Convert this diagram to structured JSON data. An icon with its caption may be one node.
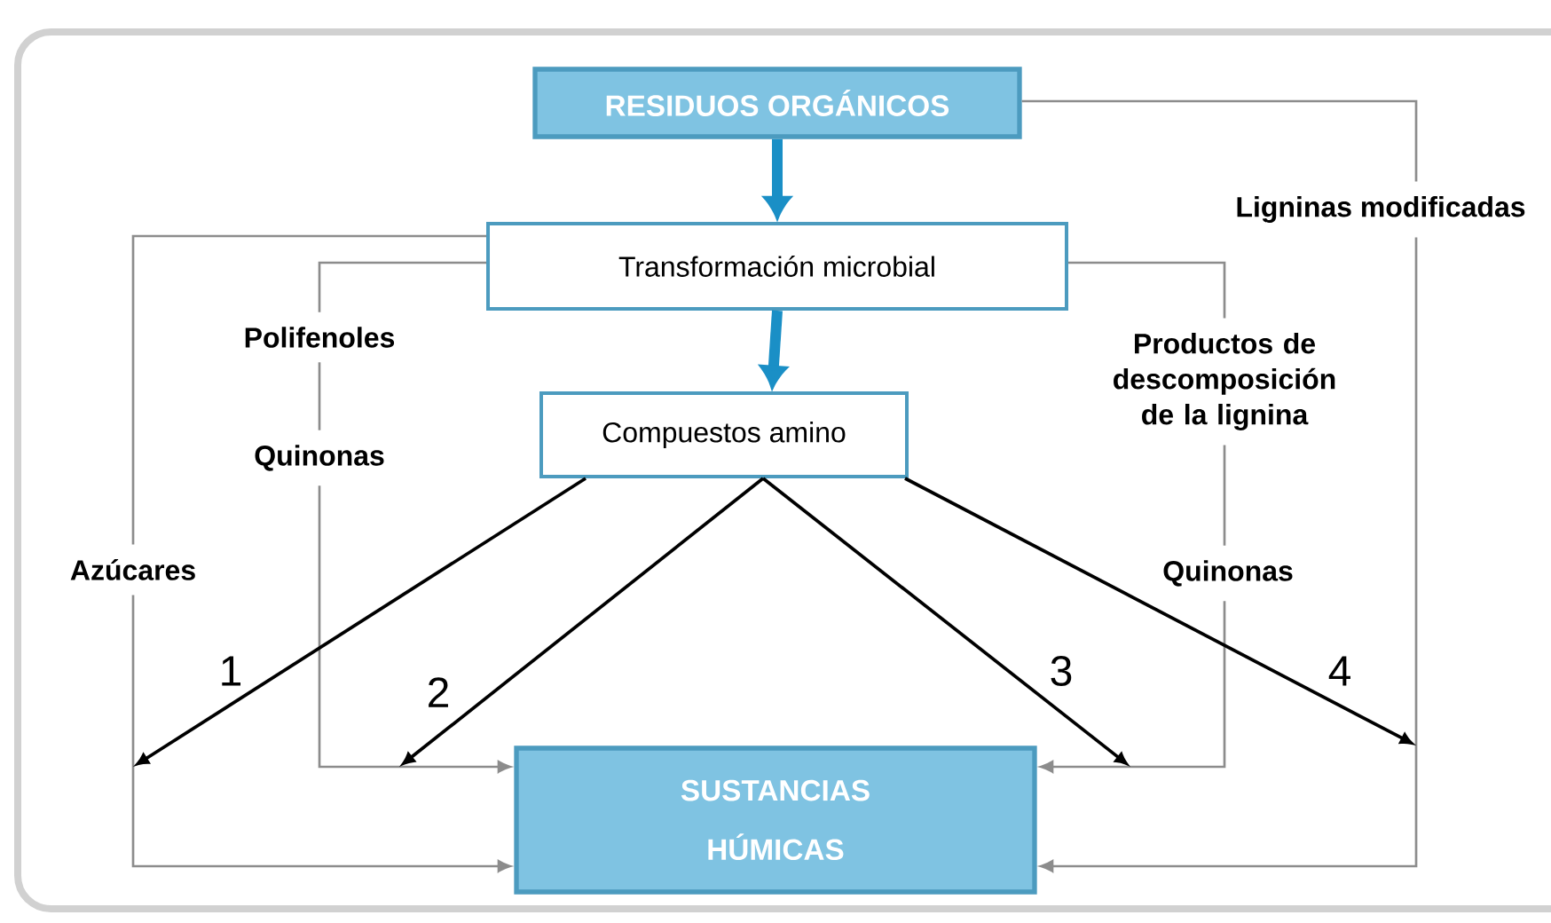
{
  "diagram": {
    "nodes": [
      {
        "text": [
          "RESIDUOS ORGÁNICOS"
        ]
      },
      {
        "text": [
          "Transformación microbial"
        ]
      },
      {
        "text": [
          "Compuestos amino"
        ]
      },
      {
        "text": [
          "SUSTANCIAS HÚMICAS"
        ]
      },
      {
        "text": [
          "Azúcares"
        ]
      },
      {
        "text": [
          "Polifenoles"
        ]
      },
      {
        "text": [
          "Quinonas"
        ]
      },
      {
        "text": [
          "Productos de descomposición de la lignina"
        ]
      },
      {
        "text": [
          "Quinonas"
        ]
      },
      {
        "text": [
          "Ligninas modificadas"
        ]
      }
    ],
    "edges": [
      {
        "from": 0,
        "to": 1,
        "arrow": "to",
        "style": "thick",
        "color": "#1a8fc6"
      },
      {
        "from": 1,
        "to": 2,
        "arrow": "to",
        "style": "thick",
        "color": "#1a8fc6"
      },
      {
        "from": 1,
        "to": 4,
        "arrow": "none"
      },
      {
        "from": 4,
        "to": 3,
        "arrow": "to"
      },
      {
        "from": 1,
        "to": 5,
        "arrow": "none"
      },
      {
        "from": 5,
        "to": 6,
        "arrow": "none"
      },
      {
        "from": 6,
        "to": 3,
        "arrow": "to"
      },
      {
        "from": 1,
        "to": 7,
        "arrow": "none"
      },
      {
        "from": 7,
        "to": 8,
        "arrow": "none"
      },
      {
        "from": 8,
        "to": 3,
        "arrow": "to"
      },
      {
        "from": 0,
        "to": 9,
        "arrow": "none"
      },
      {
        "from": 9,
        "to": 3,
        "arrow": "to"
      },
      {
        "from": 2,
        "to": null,
        "arrow": "to",
        "label": "1",
        "color": "#000000"
      },
      {
        "from": 2,
        "to": null,
        "arrow": "to",
        "label": "2",
        "color": "#000000"
      },
      {
        "from": 2,
        "to": null,
        "arrow": "to",
        "label": "3",
        "color": "#000000"
      },
      {
        "from": 2,
        "to": null,
        "arrow": "to",
        "label": "4",
        "color": "#000000"
      }
    ]
  }
}
